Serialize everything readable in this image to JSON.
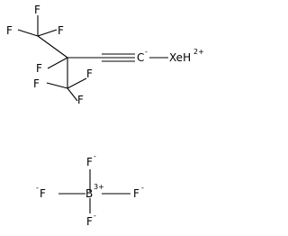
{
  "molecule": {
    "atoms": {
      "f_top": "F",
      "f_top_left": "F",
      "f_top_right": "F",
      "f_middle": "F",
      "f_lower_right": "F",
      "f_lower_left": "F",
      "f_lower_bottom": "F",
      "carbanion": "C",
      "carbanion_charge": "-",
      "xenon": "XeH",
      "xenon_charge": "2+"
    }
  },
  "borate": {
    "atoms": {
      "f_top": "F",
      "f_top_charge": "-",
      "f_left": "F",
      "f_left_charge": "-",
      "boron": "B",
      "boron_charge": "3+",
      "f_right": "F",
      "f_right_charge": "-",
      "f_bottom": "F",
      "f_bottom_charge": "-"
    }
  }
}
